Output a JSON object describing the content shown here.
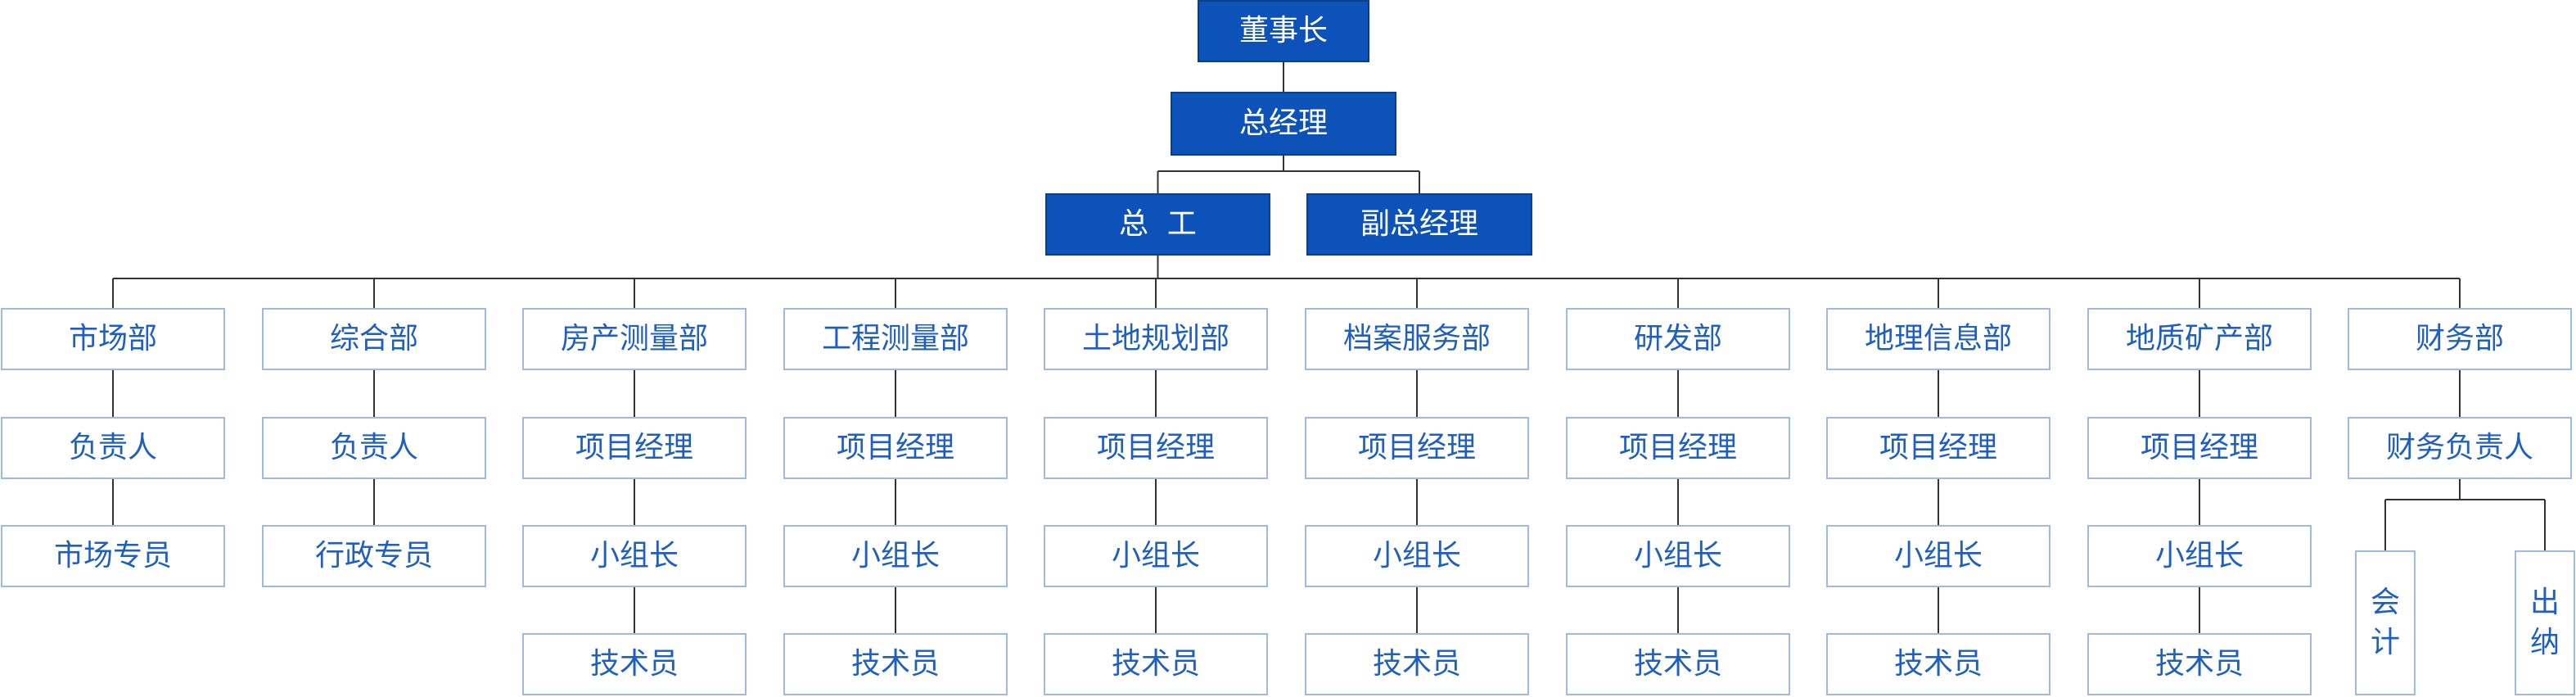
{
  "chairman": "董事长",
  "general_manager": "总经理",
  "chief_engineer": "总  工",
  "deputy_gm": "副总经理",
  "departments": [
    {
      "name": "市场部",
      "roles": [
        "负责人",
        "市场专员"
      ]
    },
    {
      "name": "综合部",
      "roles": [
        "负责人",
        "行政专员"
      ]
    },
    {
      "name": "房产测量部",
      "roles": [
        "项目经理",
        "小组长",
        "技术员"
      ]
    },
    {
      "name": "工程测量部",
      "roles": [
        "项目经理",
        "小组长",
        "技术员"
      ]
    },
    {
      "name": "土地规划部",
      "roles": [
        "项目经理",
        "小组长",
        "技术员"
      ]
    },
    {
      "name": "档案服务部",
      "roles": [
        "项目经理",
        "小组长",
        "技术员"
      ]
    },
    {
      "name": "研发部",
      "roles": [
        "项目经理",
        "小组长",
        "技术员"
      ]
    },
    {
      "name": "地理信息部",
      "roles": [
        "项目经理",
        "小组长",
        "技术员"
      ]
    },
    {
      "name": "地质矿产部",
      "roles": [
        "项目经理",
        "小组长",
        "技术员"
      ]
    },
    {
      "name": "财务部",
      "roles": [
        "财务负责人"
      ]
    }
  ],
  "finance_sub": [
    "会计",
    "出纳"
  ],
  "colors": {
    "exec_fill": "#0c52b8",
    "dept_text": "#1f5fbf",
    "dept_border": "#9fbadf",
    "line": "#333333"
  }
}
